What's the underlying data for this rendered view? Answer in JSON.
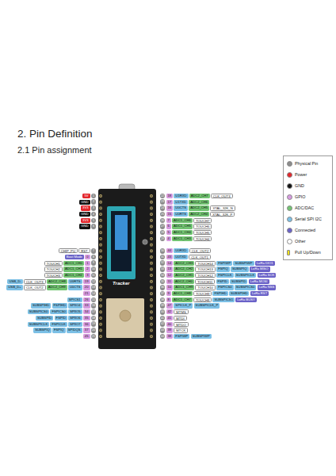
{
  "diagram": {
    "title": "2. Pin Definition",
    "nodes": [
      {
        "text": [
          "5V"
        ]
      },
      {
        "text": [
          "1"
        ]
      },
      {
        "text": [
          "22"
        ]
      },
      {
        "text": [
          "18"
        ]
      },
      {
        "text": [
          "U1RXD"
        ]
      },
      {
        "text": [
          "ADC2_CH7"
        ]
      },
      {
        "text": [
          "CLK_OUT3"
        ]
      },
      {
        "text": [
          "GND"
        ]
      },
      {
        "text": [
          "2"
        ]
      },
      {
        "text": [
          "23"
        ]
      },
      {
        "text": [
          "17"
        ]
      },
      {
        "text": [
          "U1TXD"
        ]
      },
      {
        "text": [
          "ADC2_CH6"
        ]
      },
      {
        "text": [
          "3V3"
        ]
      },
      {
        "text": [
          "3"
        ]
      },
      {
        "text": [
          "24"
        ]
      },
      {
        "text": [
          "16"
        ]
      },
      {
        "text": [
          "U0CTS"
        ]
      },
      {
        "text": [
          "ADC2_CH5"
        ]
      },
      {
        "text": [
          "XTAL_32K_N"
        ]
      },
      {
        "text": [
          "GND"
        ]
      },
      {
        "text": [
          "4"
        ]
      },
      {
        "text": [
          "25"
        ]
      },
      {
        "text": [
          "15"
        ]
      },
      {
        "text": [
          "U0RTS"
        ]
      },
      {
        "text": [
          "ADC2_CH4"
        ]
      },
      {
        "text": [
          "XTAL_32K_P"
        ]
      },
      {
        "text": [
          "3V3"
        ]
      },
      {
        "text": [
          "5"
        ]
      },
      {
        "text": [
          "26"
        ]
      },
      {
        "text": [
          "7"
        ]
      },
      {
        "text": [
          "ADC1_CH6"
        ]
      },
      {
        "text": [
          "TOUCH7"
        ]
      },
      {
        "text": [
          "GND"
        ]
      },
      {
        "text": [
          "6"
        ]
      },
      {
        "text": [
          "27"
        ]
      },
      {
        "text": [
          "6"
        ]
      },
      {
        "text": [
          "ADC1_CH5"
        ]
      },
      {
        "text": [
          "TOUCH6"
        ]
      },
      {
        "text": [
          "28"
        ]
      },
      {
        "text": [
          "5"
        ]
      },
      {
        "text": [
          "ADC1_CH4"
        ]
      },
      {
        "text": [
          "TOUCH5"
        ]
      },
      {
        "text": [
          "29"
        ]
      },
      {
        "text": [
          "4"
        ]
      },
      {
        "text": [
          "ADC1_CH3"
        ]
      },
      {
        "text": [
          "TOUCH4"
        ]
      },
      {
        "text": [
          "CHIP_PU"
        ]
      },
      {
        "text": [
          "RST"
        ]
      },
      {
        "text": [
          "7"
        ]
      },
      {
        "text": [
          "30"
        ]
      },
      {
        "text": [
          "44"
        ]
      },
      {
        "text": [
          "U0RXD"
        ]
      },
      {
        "text": [
          "CLK_OUT2"
        ]
      },
      {
        "text": [
          "Boot Mode"
        ]
      },
      {
        "text": [
          "0"
        ]
      },
      {
        "text": [
          "8"
        ]
      },
      {
        "text": [
          "31"
        ]
      },
      {
        "text": [
          "43"
        ]
      },
      {
        "text": [
          "U0TXD"
        ]
      },
      {
        "text": [
          "CLK_OUT1"
        ]
      },
      {
        "text": [
          "TOUCH1"
        ]
      },
      {
        "text": [
          "ADC1_CH0"
        ]
      },
      {
        "text": [
          "1"
        ]
      },
      {
        "text": [
          "9"
        ]
      },
      {
        "text": [
          "32"
        ]
      },
      {
        "text": [
          "14"
        ]
      },
      {
        "text": [
          "ADC2_CH3"
        ]
      },
      {
        "text": [
          "TOUCH14"
        ]
      },
      {
        "text": [
          "FSPIWP"
        ]
      },
      {
        "text": [
          "SUBSPIWP"
        ]
      },
      {
        "text": [
          "LoRa DIO1"
        ]
      },
      {
        "text": [
          "TOUCH2"
        ]
      },
      {
        "text": [
          "ADC1_CH1"
        ]
      },
      {
        "text": [
          "2"
        ]
      },
      {
        "text": [
          "10"
        ]
      },
      {
        "text": [
          "33"
        ]
      },
      {
        "text": [
          "13"
        ]
      },
      {
        "text": [
          "ADC2_CH2"
        ]
      },
      {
        "text": [
          "TOUCH13"
        ]
      },
      {
        "text": [
          "FSPIQ"
        ]
      },
      {
        "text": [
          "SUBSPIQ"
        ]
      },
      {
        "text": [
          "LoRa MISO"
        ]
      },
      {
        "text": [
          "TOUCH3"
        ]
      },
      {
        "text": [
          "ADC1_CH2"
        ]
      },
      {
        "text": [
          "3"
        ]
      },
      {
        "text": [
          "11"
        ]
      },
      {
        "text": [
          "34"
        ]
      },
      {
        "text": [
          "12"
        ]
      },
      {
        "text": [
          "ADC2_CH1"
        ]
      },
      {
        "text": [
          "TOUCH12"
        ]
      },
      {
        "text": [
          "FSPICLK"
        ]
      },
      {
        "text": [
          "SUBSPICLK"
        ]
      },
      {
        "text": [
          "LoRa SCK"
        ]
      },
      {
        "text": [
          "USB_D-"
        ]
      },
      {
        "text": [
          "CLK_OUT3"
        ]
      },
      {
        "text": [
          "ADC2_CH8"
        ]
      },
      {
        "text": [
          "U0RTS"
        ]
      },
      {
        "text": [
          "19"
        ]
      },
      {
        "text": [
          "12"
        ]
      },
      {
        "text": [
          "35"
        ]
      },
      {
        "text": [
          "11"
        ]
      },
      {
        "text": [
          "ADC2_CH0"
        ]
      },
      {
        "text": [
          "TOUCH11"
        ]
      },
      {
        "text": [
          "FSPID"
        ]
      },
      {
        "text": [
          "SUBSPID"
        ]
      },
      {
        "text": [
          "LoRa MOSI"
        ]
      },
      {
        "text": [
          "USB_D+"
        ]
      },
      {
        "text": [
          "CLK_OUT2"
        ]
      },
      {
        "text": [
          "ADC2_CH9"
        ]
      },
      {
        "text": [
          "U0CTS"
        ]
      },
      {
        "text": [
          "20"
        ]
      },
      {
        "text": [
          "13"
        ]
      },
      {
        "text": [
          "36"
        ]
      },
      {
        "text": [
          "10"
        ]
      },
      {
        "text": [
          "ADC1_CH9"
        ]
      },
      {
        "text": [
          "TOUCH10"
        ]
      },
      {
        "text": [
          "FSPICS0"
        ]
      },
      {
        "text": [
          "SUBSPICS0"
        ]
      },
      {
        "text": [
          "LoRa NSS"
        ]
      },
      {
        "text": [
          "21"
        ]
      },
      {
        "text": [
          "14"
        ]
      },
      {
        "text": [
          "37"
        ]
      },
      {
        "text": [
          "9"
        ]
      },
      {
        "text": [
          "ADC1_CH8"
        ]
      },
      {
        "text": [
          "TOUCH9"
        ]
      },
      {
        "text": [
          "FSPIHD"
        ]
      },
      {
        "text": [
          "SUBSPIHD"
        ]
      },
      {
        "text": [
          "LoRa RST"
        ]
      },
      {
        "text": [
          "SPICS1"
        ]
      },
      {
        "text": [
          "26"
        ]
      },
      {
        "text": [
          "15"
        ]
      },
      {
        "text": [
          "38"
        ]
      },
      {
        "text": [
          "8"
        ]
      },
      {
        "text": [
          "ADC1_CH7"
        ]
      },
      {
        "text": [
          "TOUCH8"
        ]
      },
      {
        "text": [
          "SUBSPICS1"
        ]
      },
      {
        "text": [
          "LoRa BUSY"
        ]
      },
      {
        "text": [
          "SUBSPIHD"
        ]
      },
      {
        "text": [
          "FSPIHD"
        ]
      },
      {
        "text": [
          "SPIIO4"
        ]
      },
      {
        "text": [
          "33"
        ]
      },
      {
        "text": [
          "16"
        ]
      },
      {
        "text": [
          "39"
        ]
      },
      {
        "text": [
          "47"
        ]
      },
      {
        "text": [
          "SPICLK_P"
        ]
      },
      {
        "text": [
          "SUBSPICLK_P"
        ]
      },
      {
        "text": [
          "SUBSPICS0"
        ]
      },
      {
        "text": [
          "FSPICS0"
        ]
      },
      {
        "text": [
          "SPIIO5"
        ]
      },
      {
        "text": [
          "34"
        ]
      },
      {
        "text": [
          "17"
        ]
      },
      {
        "text": [
          "40"
        ]
      },
      {
        "text": [
          "42"
        ]
      },
      {
        "text": [
          "MTMS"
        ]
      },
      {
        "text": [
          "SUBSPID"
        ]
      },
      {
        "text": [
          "FSPID"
        ]
      },
      {
        "text": [
          "SPIIO6"
        ]
      },
      {
        "text": [
          "35"
        ]
      },
      {
        "text": [
          "18"
        ]
      },
      {
        "text": [
          "41"
        ]
      },
      {
        "text": [
          "41"
        ]
      },
      {
        "text": [
          "MTDI"
        ]
      },
      {
        "text": [
          "SUBSPICLK"
        ]
      },
      {
        "text": [
          "FSPICLK"
        ]
      },
      {
        "text": [
          "SPIIO7"
        ]
      },
      {
        "text": [
          "36"
        ]
      },
      {
        "text": [
          "19"
        ]
      },
      {
        "text": [
          "42"
        ]
      },
      {
        "text": [
          "40"
        ]
      },
      {
        "text": [
          "MTDO"
        ]
      },
      {
        "text": [
          "SUBSPIQ"
        ]
      },
      {
        "text": [
          "FSPIQ"
        ]
      },
      {
        "text": [
          "SPIDQS"
        ]
      },
      {
        "text": [
          "37"
        ]
      },
      {
        "text": [
          "20"
        ]
      },
      {
        "text": [
          "43"
        ]
      },
      {
        "text": [
          "39"
        ]
      },
      {
        "text": [
          "MTCK"
        ]
      },
      {
        "text": [
          "45"
        ]
      },
      {
        "text": [
          "21"
        ]
      },
      {
        "text": [
          "44"
        ]
      },
      {
        "text": [
          "38"
        ]
      },
      {
        "text": [
          "FSPIWP"
        ]
      },
      {
        "text": [
          "SUBSPIWP"
        ]
      }
    ],
    "labels": [
      "2.1 Pin assignment",
      "Tracker"
    ],
    "legend": [
      {
        "text": "Physical Pin",
        "color": "#8c8c8c"
      },
      {
        "text": "Power",
        "color": "#e3262b"
      },
      {
        "text": "GND",
        "color": "#111111"
      },
      {
        "text": "GPIO",
        "color": "#d79be0"
      },
      {
        "text": "ADC/DAC",
        "color": "#72c472"
      },
      {
        "text": "Serial SPI I2C",
        "color": "#7cc0e6"
      },
      {
        "text": "Connected",
        "color": "#6a62c8"
      },
      {
        "text": "Other",
        "color": "#ffffff"
      },
      {
        "text": "Pull Up/Down",
        "color": "#f2e21a"
      }
    ]
  }
}
